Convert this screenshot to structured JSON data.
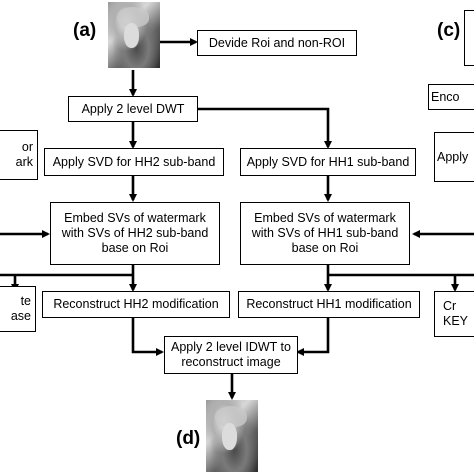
{
  "labels": {
    "a": "(a)",
    "c": "(c)",
    "d": "(d)"
  },
  "nodes": {
    "divide_roi": "Devide Roi and non-ROI",
    "dwt": "Apply 2 level DWT",
    "svd_hh2": "Apply SVD for HH2 sub-band",
    "svd_hh1": "Apply SVD for HH1 sub-band",
    "embed_hh2": "Embed SVs of watermark\nwith SVs of HH2 sub-band\nbase on Roi",
    "embed_hh1": "Embed SVs of watermark\nwith SVs of HH1 sub-band\nbase on Roi",
    "recon_hh2": "Reconstruct HH2 modification",
    "recon_hh1": "Reconstruct HH1 modification",
    "idwt": "Apply 2 level IDWT to\nreconstruct image"
  },
  "partial": {
    "left_top": "or\nark",
    "left_bottom": "te\nase",
    "right_enc": "Enco",
    "right_apply": "Apply",
    "right_create": "Cr\nKEY"
  }
}
